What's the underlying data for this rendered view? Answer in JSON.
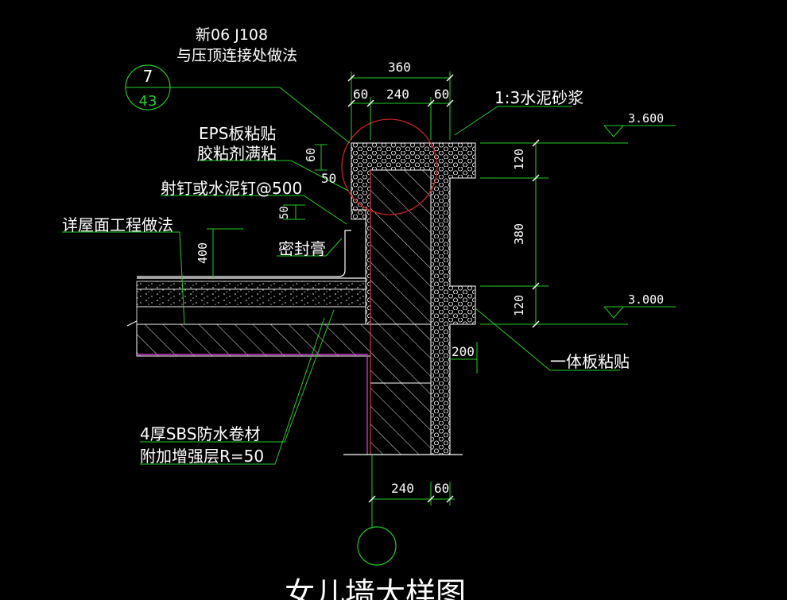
{
  "colors": {
    "background": "#000000",
    "leader": "#22cc22",
    "text": "#ffffff",
    "membrane": "#cc33cc",
    "highlight": "#cc2222",
    "wall_edge": "#ff4444"
  },
  "labels": {
    "ref_code": "新06 J108",
    "ref_desc": "与压顶连接处做法",
    "detail_num": "7",
    "detail_sheet": "43",
    "eps_1": "EPS板粘贴",
    "eps_2": "胶粘剂满粘",
    "nail": "射钉或水泥钉@500",
    "roof": "详屋面工程做法",
    "sealant": "密封膏",
    "mortar": "1:3水泥砂浆",
    "board": "一体板粘贴",
    "sbs_1": "4厚SBS防水卷材",
    "sbs_2": "附加增强层R=50",
    "title": "女儿墙大样图"
  },
  "dims": {
    "d360": "360",
    "d60a": "60",
    "d240a": "240",
    "d60b": "60",
    "d60v": "60",
    "d50a": "50",
    "d50b": "50",
    "d400": "400",
    "d120a": "120",
    "d380": "380",
    "d120b": "120",
    "d200": "200",
    "d240b": "240",
    "d60c": "60",
    "elev_top": "3.600",
    "elev_bot": "3.000"
  }
}
